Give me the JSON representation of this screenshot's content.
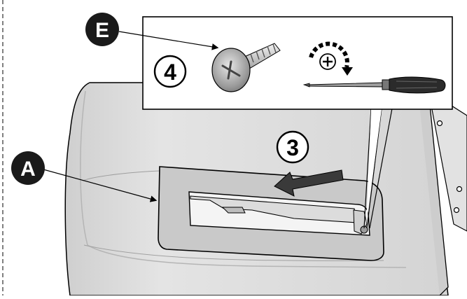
{
  "callouts": {
    "a": {
      "letter": "A"
    },
    "e": {
      "letter": "E"
    }
  },
  "steps": {
    "three": {
      "number": "3"
    },
    "four": {
      "number": "4"
    }
  },
  "icons": {
    "screw": "screw-icon",
    "screwdriver": "screwdriver-icon",
    "rotation": "rotate-phillips-icon",
    "arrow": "pull-arrow-icon"
  },
  "colors": {
    "outline": "#000000",
    "panel_fill": "#d9d9d9",
    "panel_shadow": "#a8a8a8",
    "trim_fill": "#c4c4c4",
    "callout_fill": "#1a1a1a",
    "screwdriver_handle": "#2b2b2b"
  }
}
